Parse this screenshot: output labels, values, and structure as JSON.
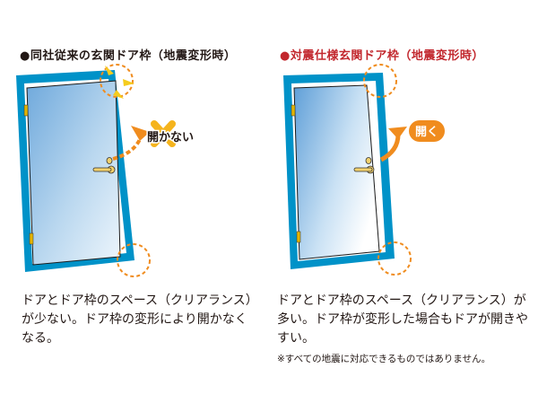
{
  "left": {
    "heading": "●同社従来の玄関ドア枠（地震変形時）",
    "callout": "開かない",
    "description": "ドアとドア枠のスペース（クリアランス）が少ない。ドア枠の変形により開かなくなる。"
  },
  "right": {
    "heading": "●対震仕様玄関ドア枠（地震変形時）",
    "callout": "開く",
    "description": "ドアとドア枠のスペース（クリアランス）が多い。ドア枠が変形した場合もドアが開きやすい。",
    "note": "※すべての地震に対応できるものではありません。"
  },
  "colors": {
    "frame": "#0092c8",
    "accent_red": "#c2272d",
    "orange": "#f08c1e",
    "warning_yellow": "#f5cc1d"
  }
}
